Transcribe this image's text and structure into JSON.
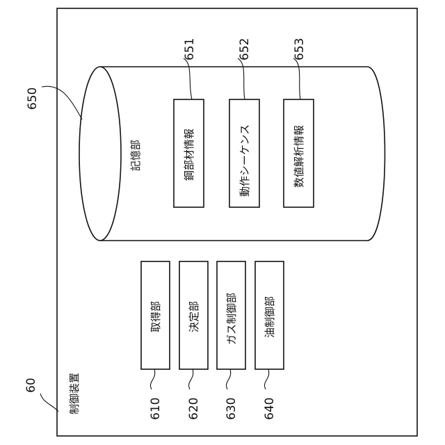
{
  "figure": {
    "apparatus_label": "制御装置",
    "apparatus_ref": "60",
    "storage": {
      "label": "記憶部",
      "ref": "650",
      "items": [
        {
          "label": "鋼部材情報",
          "ref": "651"
        },
        {
          "label": "動作シーケンス",
          "ref": "652"
        },
        {
          "label": "数値解析情報",
          "ref": "653"
        }
      ]
    },
    "units": [
      {
        "label": "取得部",
        "ref": "610"
      },
      {
        "label": "決定部",
        "ref": "620"
      },
      {
        "label": "ガス制御部",
        "ref": "630"
      },
      {
        "label": "油制御部",
        "ref": "640"
      }
    ]
  }
}
